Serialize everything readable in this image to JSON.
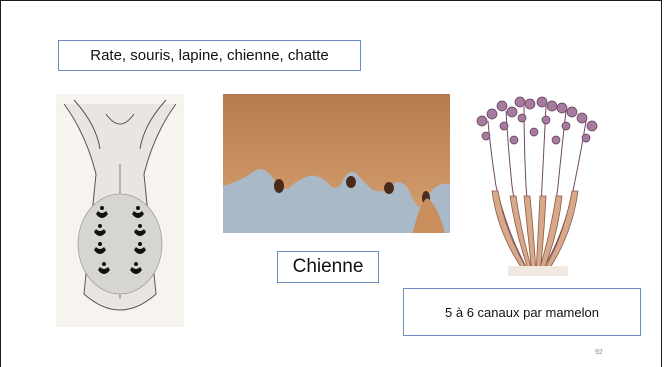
{
  "slide": {
    "title_box": "Rate, souris, lapine, chienne, chatte",
    "figure_caption": "Chienne",
    "ducts_note": "5 à 6 canaux par mamelon",
    "page_number": "92"
  },
  "colors": {
    "box_border": "#6a8cc0",
    "slide_border": "#1a1a1a",
    "skin": "#c58a5a",
    "sky": "#a9b9c8",
    "duct_fill": "#d8a88c",
    "alveoli": "#a77aa0"
  }
}
